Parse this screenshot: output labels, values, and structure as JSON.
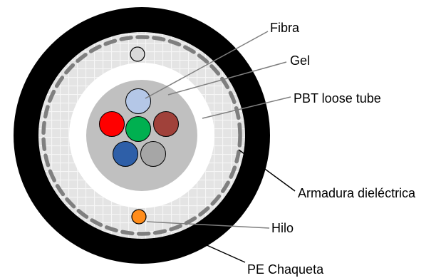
{
  "labels": {
    "fibra": "Fibra",
    "gel": "Gel",
    "pbt_loose_tube": "PBT loose tube",
    "armadura": "Armadura dieléctrica",
    "hilo": "Hilo",
    "pe_chaqueta": "PE Chaqueta"
  },
  "colors": {
    "jacket": "#000000",
    "armor_fill": "#e4e4e4",
    "armor_dash": "#7f7f7f",
    "loose_tube": "#ffffff",
    "gel": "#c0c0c0",
    "fibers": {
      "center": "#00b050",
      "top": "#b4c7e7",
      "left": "#ff0000",
      "right": "#a0413a",
      "bottom_left": "#2e5fa8",
      "bottom_right": "#a6a6a6"
    },
    "ripcord": "#ff8c1a",
    "ripcord_top": "#d9d9d9"
  }
}
